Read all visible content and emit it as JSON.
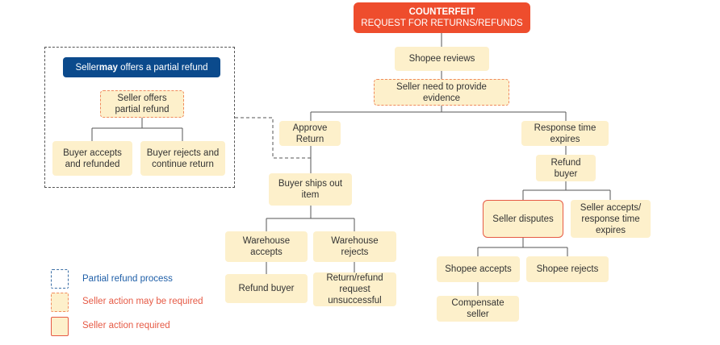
{
  "header": {
    "line1": "COUNTERFEIT",
    "line2": "REQUEST FOR RETURNS/REFUNDS"
  },
  "nodes": {
    "shopee_reviews": "Shopee reviews",
    "seller_evidence": "Seller need to provide\nevidence",
    "approve_return": "Approve\nReturn",
    "response_expires": "Response time\nexpires",
    "refund_buyer_right": "Refund\nbuyer",
    "buyer_ships": "Buyer ships out\nitem",
    "seller_disputes": "Seller disputes",
    "seller_accepts_expires": "Seller accepts/\nresponse time\nexpires",
    "warehouse_accepts": "Warehouse\naccepts",
    "warehouse_rejects": "Warehouse\nrejects",
    "refund_buyer": "Refund buyer",
    "return_unsuccessful": "Return/refund\nrequest\nunsuccessful",
    "shopee_accepts": "Shopee accepts",
    "shopee_rejects": "Shopee rejects",
    "compensate_seller": "Compensate\nseller"
  },
  "partial_panel": {
    "title_before": "Seller ",
    "title_bold": "may",
    "title_after": " offers a partial refund",
    "seller_offers": "Seller offers\npartial refund",
    "buyer_accepts": "Buyer accepts\nand refunded",
    "buyer_rejects": "Buyer rejects and\ncontinue return"
  },
  "legend": {
    "partial": "Partial refund process",
    "may_required": "Seller action may be required",
    "required": "Seller action required"
  },
  "colors": {
    "header": "#ee4d2d",
    "node_fill": "#fdf0cb",
    "dashed_border": "#f08a5d",
    "solid_border": "#e65a45",
    "panel_title": "#0b4a8c",
    "connector": "#555555"
  }
}
